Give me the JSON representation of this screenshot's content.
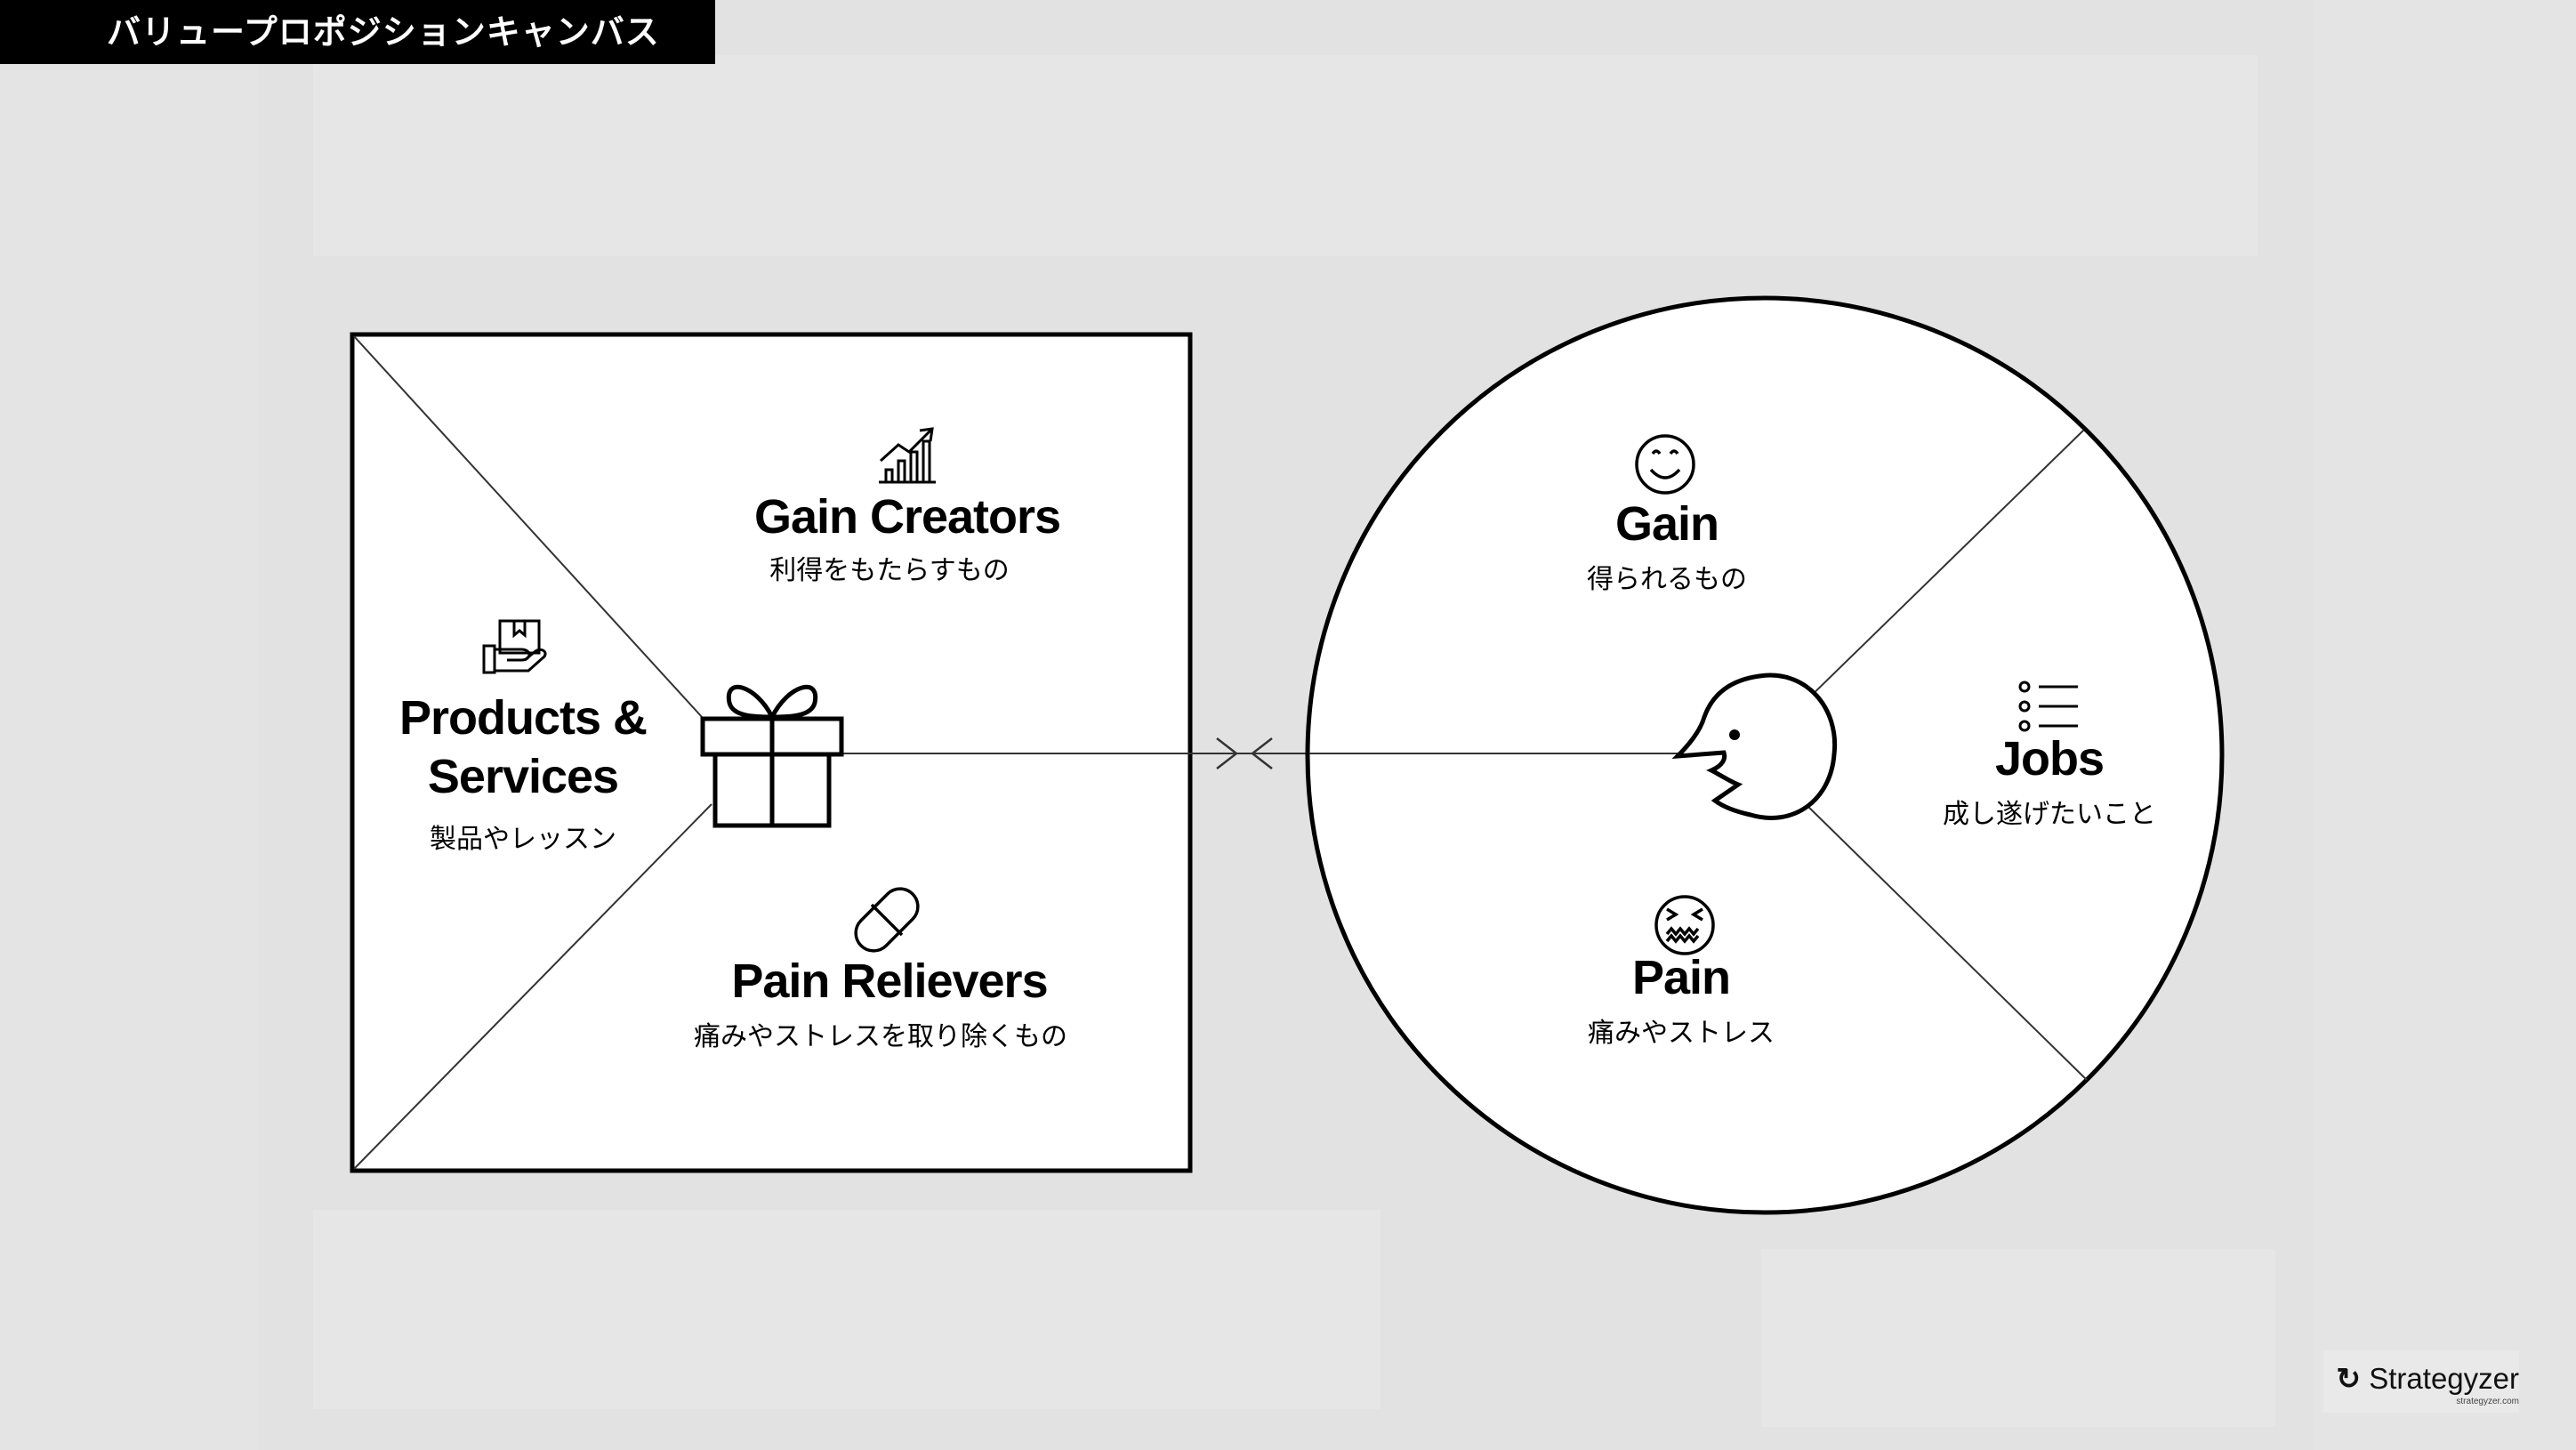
{
  "header": {
    "title": "バリュープロポジションキャンバス"
  },
  "value_map": {
    "products": {
      "title_line1": "Products &",
      "title_line2": "Services",
      "subtitle": "製品やレッスン"
    },
    "gain_creators": {
      "title": "Gain Creators",
      "subtitle": "利得をもたらすもの"
    },
    "pain_relievers": {
      "title": "Pain Relievers",
      "subtitle": "痛みやストレスを取り除くもの"
    }
  },
  "customer_profile": {
    "gain": {
      "title": "Gain",
      "subtitle": "得られるもの"
    },
    "jobs": {
      "title": "Jobs",
      "subtitle": "成し遂げたいこと"
    },
    "pain": {
      "title": "Pain",
      "subtitle": "痛みやストレス"
    }
  },
  "brand": {
    "name": "Strategyzer",
    "url": "strategyzer.com"
  },
  "icons": [
    "chart-growth-icon",
    "box-in-hand-icon",
    "gift-icon",
    "pill-icon",
    "smile-icon",
    "face-profile-icon",
    "list-icon",
    "grimace-icon"
  ]
}
